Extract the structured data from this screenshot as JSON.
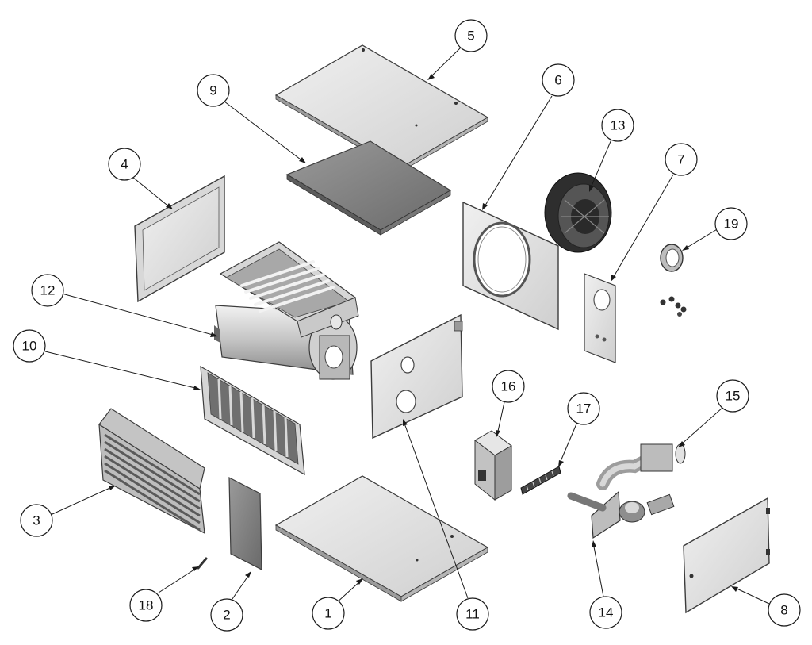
{
  "colors": {
    "panel_light": "#e4e4e4",
    "panel_mid": "#bdbdbd",
    "panel_dark": "#7d7d7d",
    "filter_dark": "#8a8a8a",
    "metal_edge": "#3c3c3c"
  },
  "callouts": [
    {
      "id": "1",
      "label": "1"
    },
    {
      "id": "2",
      "label": "2"
    },
    {
      "id": "3",
      "label": "3"
    },
    {
      "id": "4",
      "label": "4"
    },
    {
      "id": "5",
      "label": "5"
    },
    {
      "id": "6",
      "label": "6"
    },
    {
      "id": "7",
      "label": "7"
    },
    {
      "id": "8",
      "label": "8"
    },
    {
      "id": "9",
      "label": "9"
    },
    {
      "id": "10",
      "label": "10"
    },
    {
      "id": "11",
      "label": "11"
    },
    {
      "id": "12",
      "label": "12"
    },
    {
      "id": "13",
      "label": "13"
    },
    {
      "id": "14",
      "label": "14"
    },
    {
      "id": "15",
      "label": "15"
    },
    {
      "id": "16",
      "label": "16"
    },
    {
      "id": "17",
      "label": "17"
    },
    {
      "id": "18",
      "label": "18"
    },
    {
      "id": "19",
      "label": "19"
    }
  ]
}
